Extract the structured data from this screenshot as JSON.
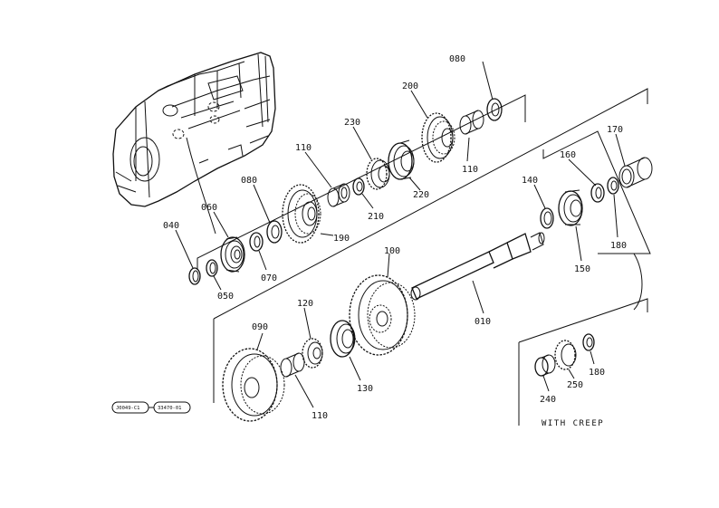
{
  "parts": [
    {
      "id": "p080a",
      "label": "080"
    },
    {
      "id": "p200",
      "label": "200"
    },
    {
      "id": "p230",
      "label": "230"
    },
    {
      "id": "p110a",
      "label": "110"
    },
    {
      "id": "p110b",
      "label": "110"
    },
    {
      "id": "p220",
      "label": "220"
    },
    {
      "id": "p210",
      "label": "210"
    },
    {
      "id": "p190",
      "label": "190"
    },
    {
      "id": "p080b",
      "label": "080"
    },
    {
      "id": "p060",
      "label": "060"
    },
    {
      "id": "p040",
      "label": "040"
    },
    {
      "id": "p050",
      "label": "050"
    },
    {
      "id": "p070",
      "label": "070"
    },
    {
      "id": "p170",
      "label": "170"
    },
    {
      "id": "p160",
      "label": "160"
    },
    {
      "id": "p140",
      "label": "140"
    },
    {
      "id": "p180a",
      "label": "180"
    },
    {
      "id": "p150",
      "label": "150"
    },
    {
      "id": "p100",
      "label": "100"
    },
    {
      "id": "p010",
      "label": "010"
    },
    {
      "id": "p120",
      "label": "120"
    },
    {
      "id": "p090",
      "label": "090"
    },
    {
      "id": "p130",
      "label": "130"
    },
    {
      "id": "p110c",
      "label": "110"
    },
    {
      "id": "p240",
      "label": "240"
    },
    {
      "id": "p250",
      "label": "250"
    },
    {
      "id": "p180b",
      "label": "180"
    }
  ],
  "caption": "WITH CREEP",
  "codes": {
    "left": "J0049-C1",
    "right": "33470-01"
  }
}
